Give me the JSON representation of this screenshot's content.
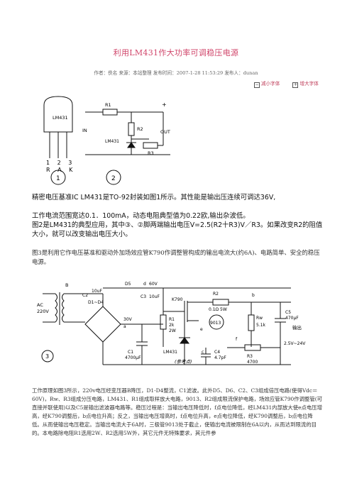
{
  "article": {
    "title": "利用LM431作大功率可调稳压电源",
    "meta": "作者：佚名  来源：本站整理  发布时间：2007-1-28  11:53:29  发布人：dunan",
    "font_smaller": "减小字体",
    "font_larger": "增大字体"
  },
  "figure1": {
    "chip_label": "LM431",
    "pin_numbers": "1 2 3",
    "pin_letters": "R A K",
    "fig_a": "1",
    "fig_b": "2",
    "r1": "R1",
    "r2": "R2",
    "r3": "R3",
    "plus": "+",
    "in_label": "IN",
    "out_label": "OUT",
    "lm_label": "LM431"
  },
  "paragraphs": {
    "p1": "精密电压基准IC  LM431是TO-92封装如图1所示。其性能是输出压连续可调达36V,",
    "p2": "工作电流范围宽达0.1．100mA，动态电阻典型值为0.22欧,输出杂波低。",
    "p3": "图2是LM431的典型应用，其中③、②脚两端输出电压V=2.5(R2十R3)V／R3。如果改变R2的阻值大小，就可以改变输出电压大小。",
    "p4": "图3是利用它作电压基准和驱动外加场效应管K790作调整管构成的输出电流大(约6A)、电路简单、安全的稳压电源。",
    "p5": "工作原理如图3所示，220v电压经变压器B降压，D1-D4整流，C1滤波。此外D5、D6、C2、C3组成倍压电路(使得Vdc＝60V)，Rw、R3组成分压电路，LM431、R1组成取样放大电路，9013、R2组成限流保护电路，场效应管K790作调整管(可直接并联使用)以及C5是输出滤波器电路等。稳压过程是：当输出电压降低时，f点电位降低，经LM431内部放大使e点电压增高，经K790调整后，b点电位升高；反之，当输出电压增高时，f点电位升高，e点电位降低，经K790调整后，b点电位降低。从而使输出电压稳定。当输出电流大于6A时，三极管9013处于截止，使输出电流被限制在6A以内，从而达到限流的目的。本电路除电阻R1选用2W、R2选用5W外，其它元件无特殊要求，其元件参"
  },
  "figure3": {
    "B": "B",
    "AC": "AC",
    "V220": "220V",
    "C2": "C2",
    "uf10a": "10uF",
    "D1D4": "D1~D4",
    "D5": "D5",
    "d": "d",
    "V60": "60V",
    "C3": "C3",
    "uf10b": "10uF",
    "K790": "K790",
    "R2": "R2",
    "R2v": "0.1Ω 5W",
    "b": "b",
    "V30": "30V",
    "a": "a",
    "R1": "R1",
    "R1v1": "2k",
    "R1v2": "2W",
    "e": "e",
    "c": "c",
    "t9013": "9013",
    "Rw": "Rw",
    "Rwv": "5.1k",
    "C5": "C5",
    "C5v": "470μF",
    "out": "输出",
    "outv": "2.5V~24V",
    "f": "f",
    "C1": "C1",
    "C1v": "4700μF",
    "lm": "LM431",
    "C4": "C4",
    "C4v": "4.7pF",
    "R3": "R3",
    "R3v": "4700",
    "ref": "(参考点)",
    "num": "3"
  }
}
